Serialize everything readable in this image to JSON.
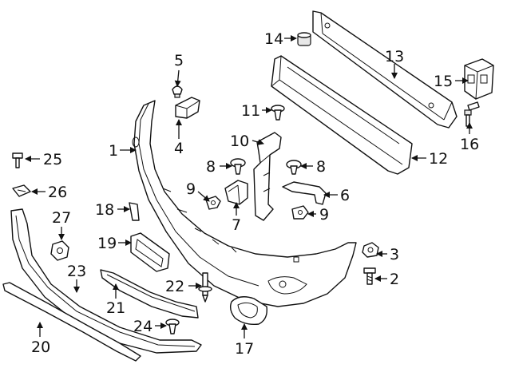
{
  "callouts": [
    {
      "id": "c1",
      "label": "1"
    },
    {
      "id": "c2",
      "label": "2"
    },
    {
      "id": "c3",
      "label": "3"
    },
    {
      "id": "c4",
      "label": "4"
    },
    {
      "id": "c5",
      "label": "5"
    },
    {
      "id": "c6",
      "label": "6"
    },
    {
      "id": "c7",
      "label": "7"
    },
    {
      "id": "c8a",
      "label": "8"
    },
    {
      "id": "c8b",
      "label": "8"
    },
    {
      "id": "c9a",
      "label": "9"
    },
    {
      "id": "c9b",
      "label": "9"
    },
    {
      "id": "c10",
      "label": "10"
    },
    {
      "id": "c11",
      "label": "11"
    },
    {
      "id": "c12",
      "label": "12"
    },
    {
      "id": "c13",
      "label": "13"
    },
    {
      "id": "c14",
      "label": "14"
    },
    {
      "id": "c15",
      "label": "15"
    },
    {
      "id": "c16",
      "label": "16"
    },
    {
      "id": "c17",
      "label": "17"
    },
    {
      "id": "c18",
      "label": "18"
    },
    {
      "id": "c19",
      "label": "19"
    },
    {
      "id": "c20",
      "label": "20"
    },
    {
      "id": "c21",
      "label": "21"
    },
    {
      "id": "c22",
      "label": "22"
    },
    {
      "id": "c23",
      "label": "23"
    },
    {
      "id": "c24",
      "label": "24"
    },
    {
      "id": "c25",
      "label": "25"
    },
    {
      "id": "c26",
      "label": "26"
    },
    {
      "id": "c27",
      "label": "27"
    }
  ]
}
